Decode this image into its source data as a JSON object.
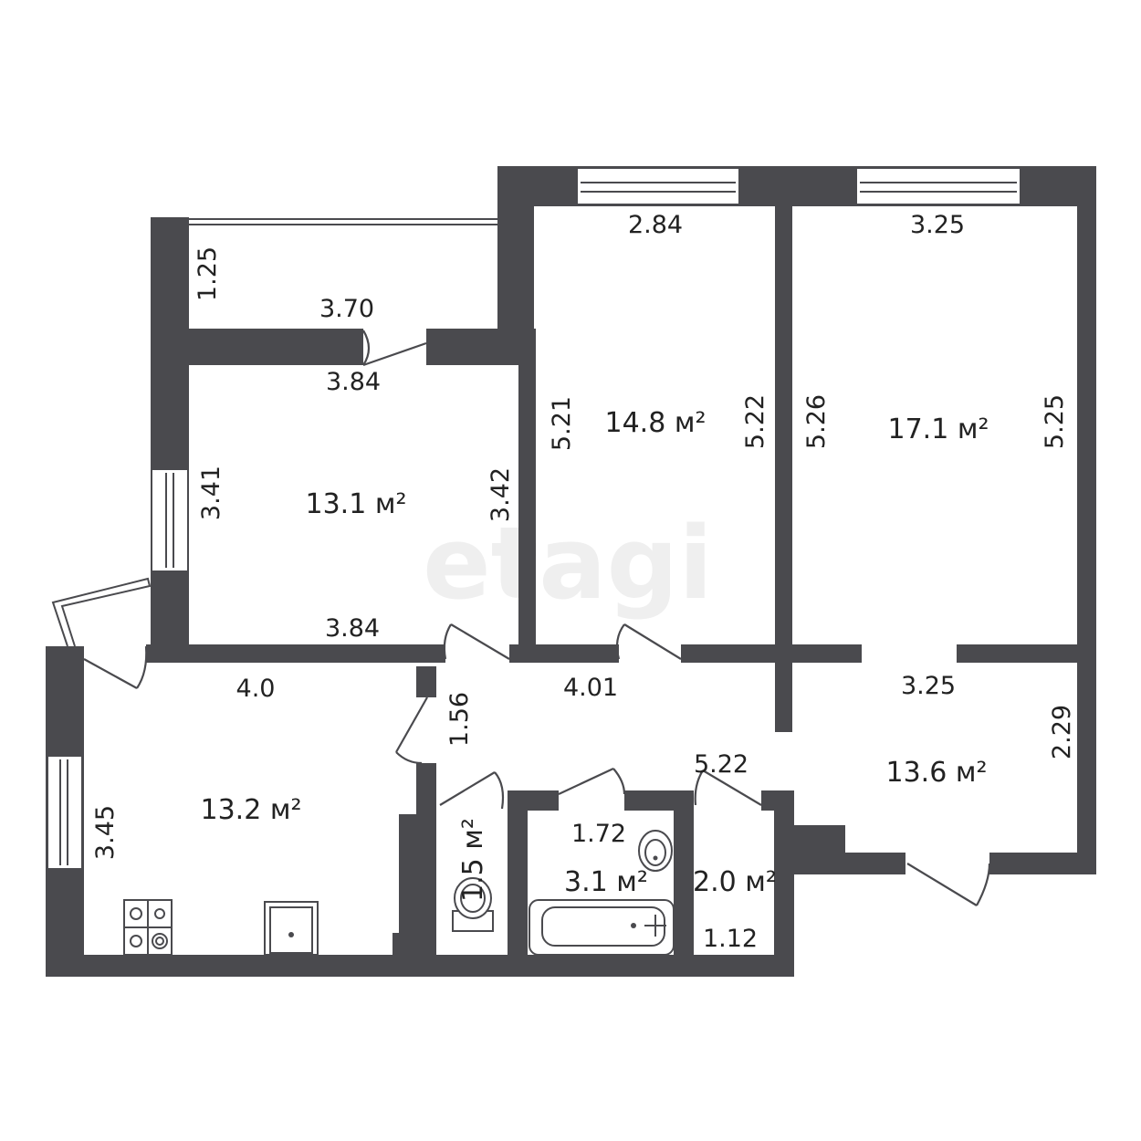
{
  "watermark": "etagi",
  "areas": {
    "room_nw": "13.1 м²",
    "room_mid": "14.8 м²",
    "room_ne": "17.1 м²",
    "kitchen": "13.2 м²",
    "hall": "13.6 м²",
    "wc": "1.5 м²",
    "bath": "3.1 м²",
    "storage": "2.0 м²"
  },
  "dimensions": {
    "balcony_depth": "1.25",
    "balcony_width": "3.70",
    "room_nw_top": "3.84",
    "room_nw_left": "3.41",
    "room_nw_right": "3.42",
    "room_nw_bottom": "3.84",
    "room_mid_top": "2.84",
    "room_mid_left": "5.21",
    "room_mid_right": "5.22",
    "room_ne_top": "3.25",
    "room_ne_left": "5.26",
    "room_ne_right": "5.25",
    "kitchen_top": "4.0",
    "kitchen_left": "3.45",
    "corridor_depth": "1.56",
    "corridor_length": "4.01",
    "hall_width": "3.25",
    "hall_length": "5.22",
    "hall_depth": "2.29",
    "bath_width": "1.72",
    "storage_width": "1.12"
  }
}
